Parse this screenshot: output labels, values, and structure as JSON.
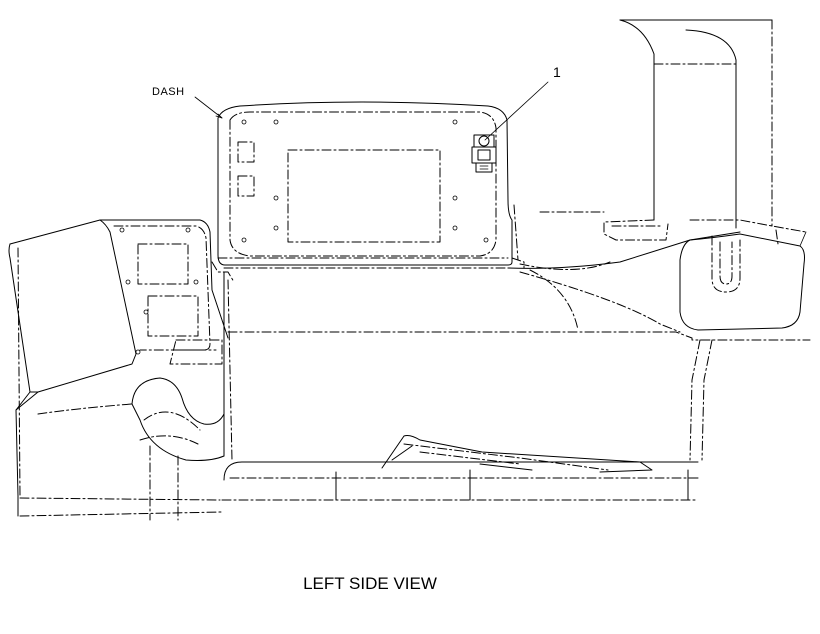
{
  "callouts": {
    "dash": "DASH",
    "item": "1"
  },
  "view_title": "LEFT SIDE VIEW"
}
